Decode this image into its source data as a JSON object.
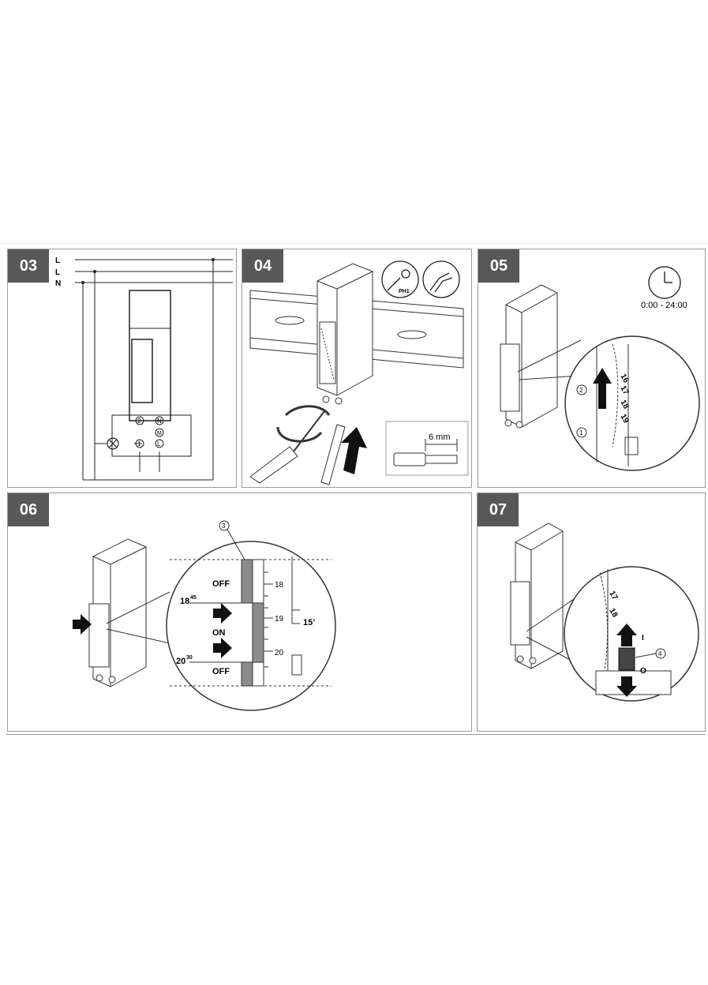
{
  "steps": {
    "s03": "03",
    "s04": "04",
    "s05": "05",
    "s06": "06",
    "s07": "07"
  },
  "wiring": {
    "line1": "L",
    "line2": "L",
    "neutral": "N",
    "terminal_2": "2",
    "terminal_1": "1",
    "terminal_n": "N",
    "terminal_l": "L",
    "motor": "M"
  },
  "tools": {
    "screwdriver_type": "PH1",
    "strip_length": "6 mm"
  },
  "dial": {
    "range": "0:00 - 24:00",
    "callout_1": "1",
    "callout_2": "2",
    "digit_16": "16",
    "digit_17": "17",
    "digit_18": "18",
    "digit_19": "19"
  },
  "segments": {
    "off_top": "OFF",
    "on": "ON",
    "off_bottom": "OFF",
    "start_time_hour": "18",
    "start_time_min": "45",
    "end_time_hour": "20",
    "end_time_min": "30",
    "tick_18": "18",
    "tick_19": "19",
    "tick_20": "20",
    "segment_duration": "15’",
    "callout_3": "3"
  },
  "override": {
    "callout_4": "4",
    "position_on": "I",
    "position_off": "O",
    "digit_17": "17",
    "digit_18": "18"
  },
  "colors": {
    "badge": "#585858",
    "line": "#222222",
    "frame": "#9a9a9a",
    "segment_fill": "#8c8c8c"
  }
}
